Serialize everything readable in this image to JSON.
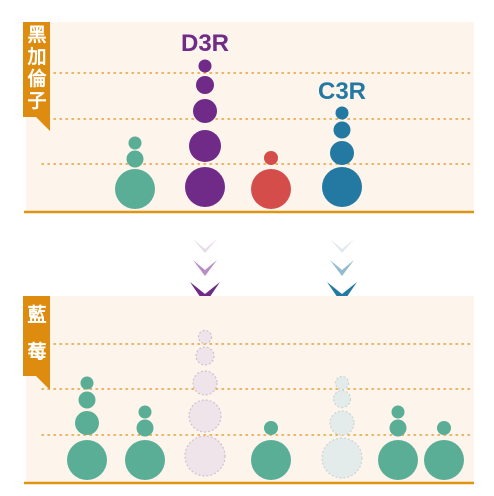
{
  "top_panel": {
    "title": "黑加倫子",
    "labels": {
      "purple": "D3R",
      "blue": "C3R"
    }
  },
  "bottom_panel": {
    "title": "藍莓"
  },
  "colors": {
    "panel_bg": "#fdf4ec",
    "axis": "#de9512",
    "tab": "#de8c0f",
    "grid": "#e2a13a",
    "green": "#5aae95",
    "purple": "#6f2b87",
    "red": "#d44d4a",
    "blue": "#2379a1",
    "ghost_purple_fill": "#efe4ea",
    "ghost_purple_stroke": "#d6bfcf",
    "ghost_blue_fill": "#e3ecea",
    "ghost_blue_stroke": "#c8d7d4"
  }
}
